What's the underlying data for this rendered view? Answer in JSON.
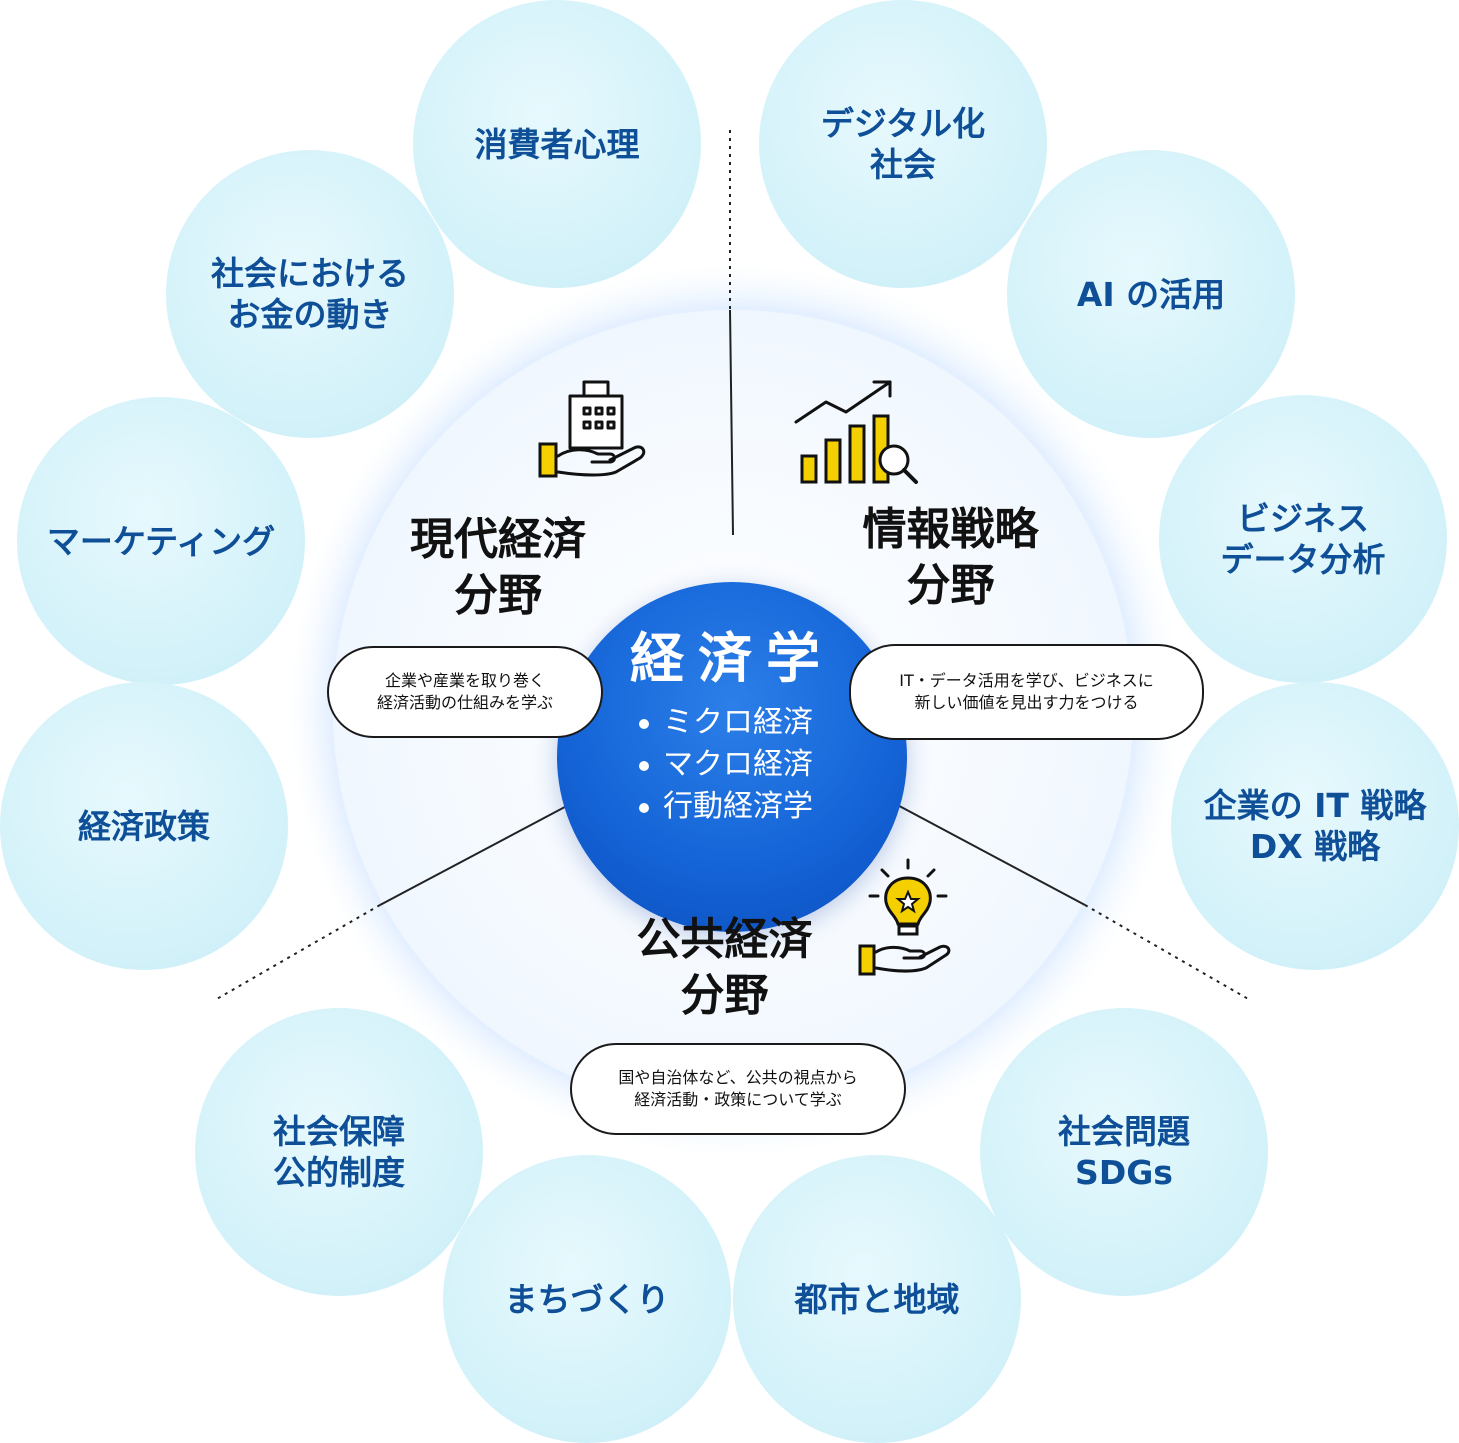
{
  "center": {
    "title": "経済学",
    "items": [
      "ミクロ経済",
      "マクロ経済",
      "行動経済学"
    ]
  },
  "fields": [
    {
      "id": "modern",
      "title": "現代経済\n分野",
      "description": "企業や産業を取り巻く\n経済活動の仕組みを学ぶ",
      "icon": "building-hand-icon"
    },
    {
      "id": "info",
      "title": "情報戦略\n分野",
      "description": "IT・データ活用を学び、ビジネスに\n新しい価値を見出す力をつける",
      "icon": "chart-magnifier-icon"
    },
    {
      "id": "public",
      "title": "公共経済\n分野",
      "description": "国や自治体など、公共の視点から\n経済活動・政策について学ぶ",
      "icon": "lightbulb-hand-icon"
    }
  ],
  "topics": [
    "消費者心理",
    "社会における\nお金の動き",
    "マーケティング",
    "経済政策",
    "デジタル化\n社会",
    "AI の活用",
    "ビジネス\nデータ分析",
    "企業の IT 戦略\nDX 戦略",
    "社会保障\n公的制度",
    "まちづくり",
    "都市と地域",
    "社会問題\nSDGs"
  ],
  "colors": {
    "bubble": "#d6f3fa",
    "bubble_text": "#0e4f98",
    "core": "#1565d8",
    "icon_accent": "#f5d000"
  }
}
